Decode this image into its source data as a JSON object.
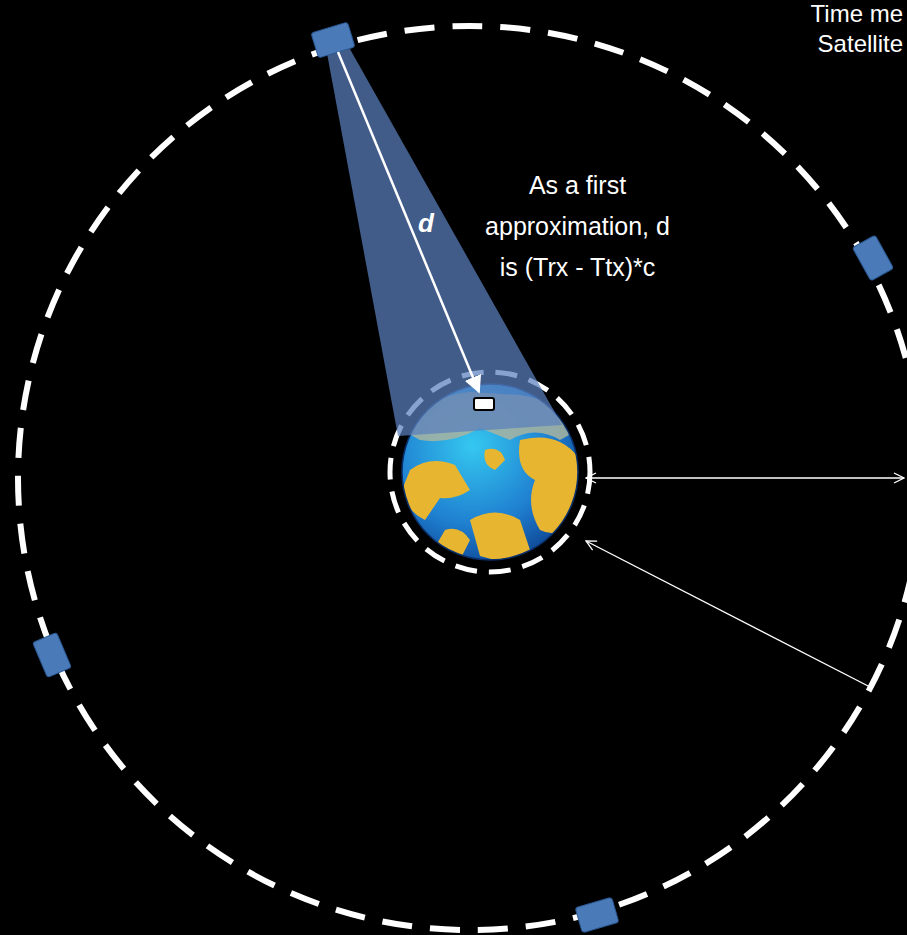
{
  "diagram": {
    "labels": [
      "Time me",
      "Satellite",
      "d",
      "As a first approximation, d is (Trx - Ttx)*c"
    ]
  }
}
